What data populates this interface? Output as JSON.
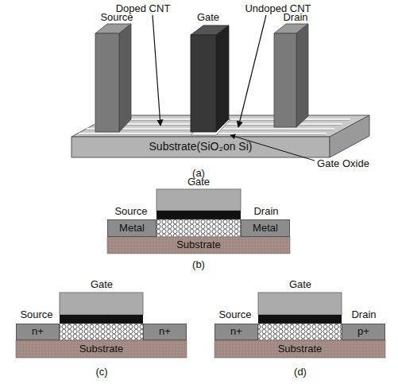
{
  "diagram": {
    "nodes": [
      {
        "text": [
          "Substrate(SiO₂on Si)"
        ]
      },
      {
        "text": [
          "Substrate"
        ]
      },
      {
        "text": [
          "Metal"
        ]
      },
      {
        "text": [
          "Metal"
        ]
      },
      {
        "text": [
          "Substrate"
        ]
      },
      {
        "text": [
          "n+"
        ]
      },
      {
        "text": [
          "n+"
        ]
      },
      {
        "text": [
          "Substrate"
        ]
      },
      {
        "text": [
          "n+"
        ]
      },
      {
        "text": [
          "p+"
        ]
      }
    ],
    "labels": [
      "Doped CNT",
      "Undoped CNT",
      "Source",
      "Gate",
      "Drain",
      "Gate Oxide",
      "(a)",
      "Gate",
      "Source",
      "Drain",
      "(b)",
      "Gate",
      "Source",
      "(c)",
      "Gate",
      "Source",
      "Drain",
      "(d)"
    ]
  }
}
